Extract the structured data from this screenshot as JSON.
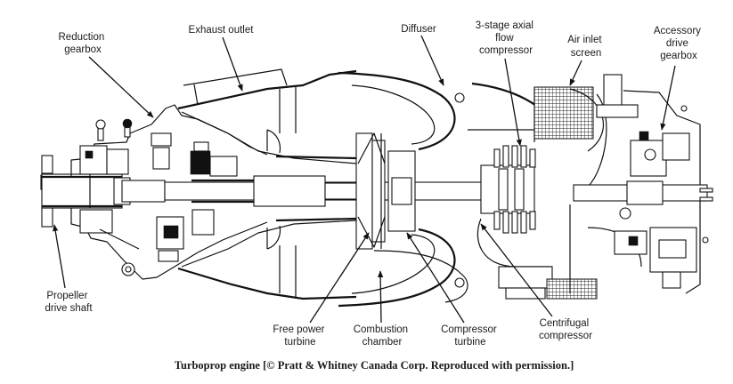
{
  "figure": {
    "subject": "Turboprop engine cutaway",
    "caption": "Turboprop engine [© Pratt & Whitney Canada Corp. Reproduced with permission.]"
  },
  "labels": {
    "reduction_gearbox": [
      "Reduction",
      "gearbox"
    ],
    "exhaust_outlet": [
      "Exhaust outlet"
    ],
    "diffuser": [
      "Diffuser"
    ],
    "axial_compressor": [
      "3-stage axial",
      "flow",
      "compressor"
    ],
    "air_inlet_screen": [
      "Air inlet",
      "screen"
    ],
    "accessory_gearbox": [
      "Accessory",
      "drive",
      "gearbox"
    ],
    "propeller_shaft": [
      "Propeller",
      "drive shaft"
    ],
    "free_power_turbine": [
      "Free power",
      "turbine"
    ],
    "combustion_chamber": [
      "Combustion",
      "chamber"
    ],
    "compressor_turbine": [
      "Compressor",
      "turbine"
    ],
    "centrifugal_compressor": [
      "Centrifugal",
      "compressor"
    ]
  },
  "colors": {
    "ink": "#111111",
    "paper": "#ffffff"
  }
}
